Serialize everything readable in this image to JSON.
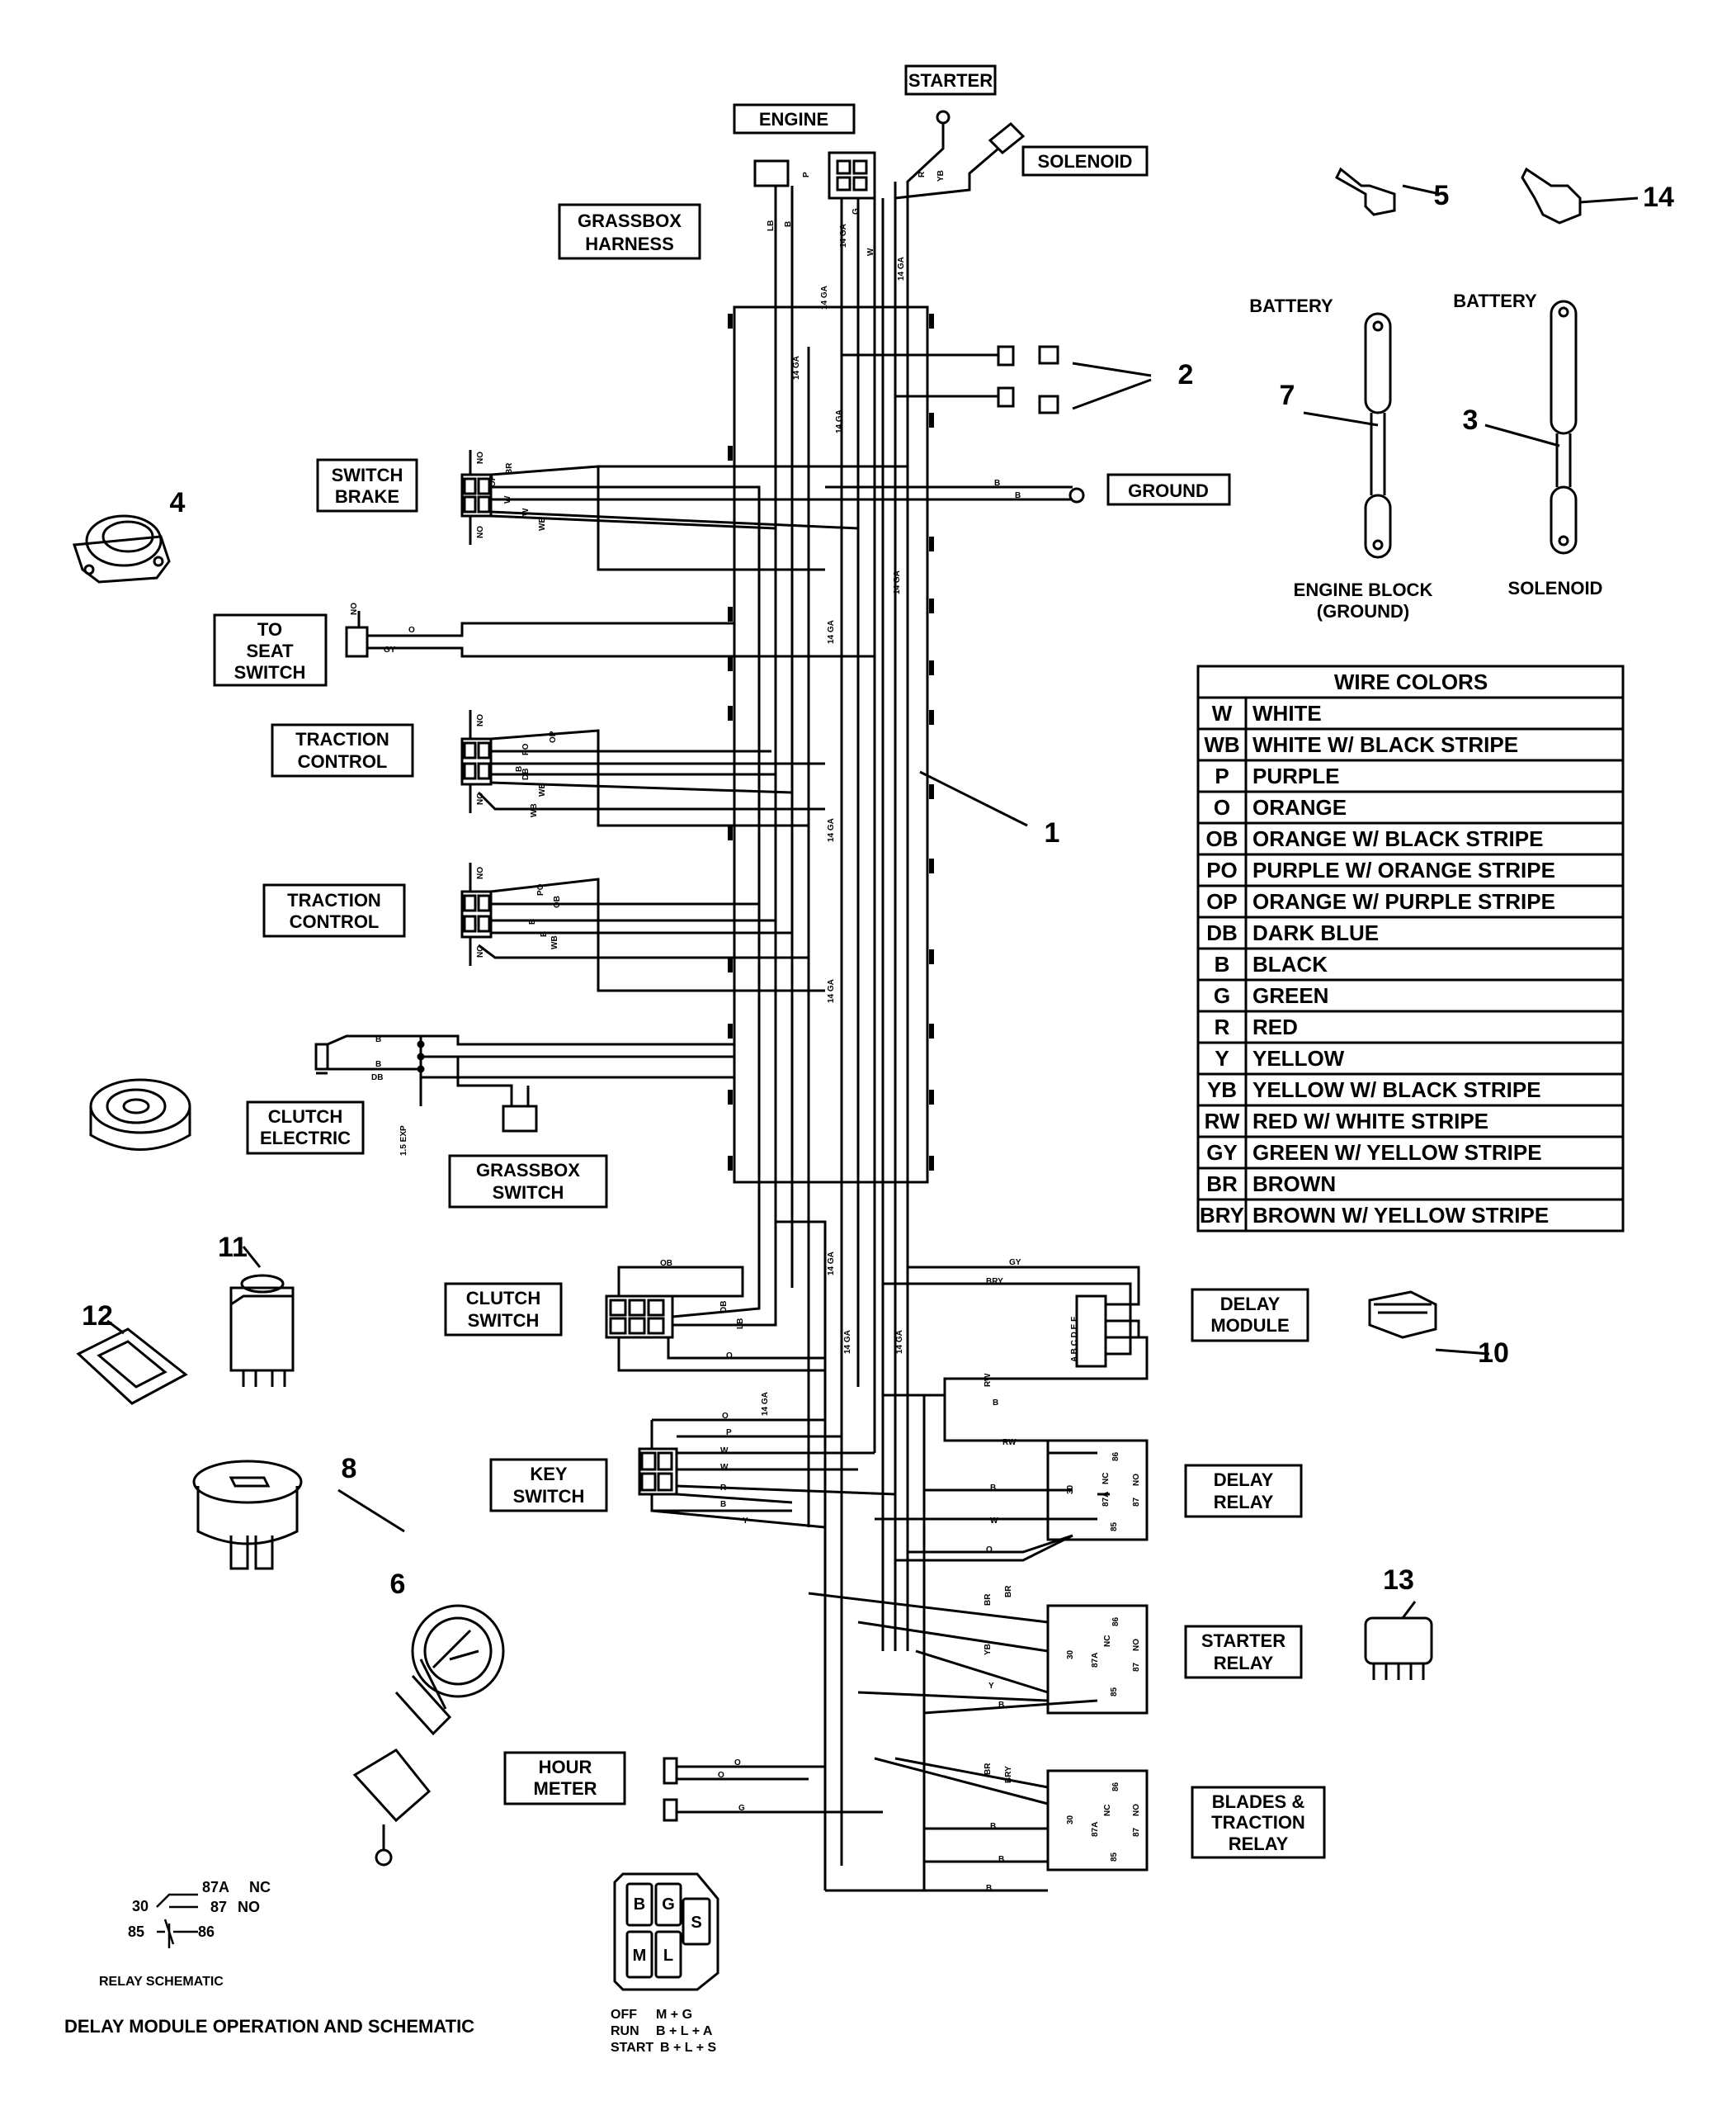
{
  "labels": {
    "starter": "STARTER",
    "engine": "ENGINE",
    "solenoid": "SOLENOID",
    "grassbox_harness": [
      "GRASSBOX",
      "HARNESS"
    ],
    "switch_brake": [
      "SWITCH",
      "BRAKE"
    ],
    "ground": "GROUND",
    "to_seat_switch": [
      "TO",
      "SEAT",
      "SWITCH"
    ],
    "traction_control_1": [
      "TRACTION",
      "CONTROL"
    ],
    "traction_control_2": [
      "TRACTION",
      "CONTROL"
    ],
    "clutch_electric": [
      "CLUTCH",
      "ELECTRIC"
    ],
    "grassbox_switch": [
      "GRASSBOX",
      "SWITCH"
    ],
    "clutch_switch": [
      "CLUTCH",
      "SWITCH"
    ],
    "key_switch": [
      "KEY",
      "SWITCH"
    ],
    "delay_module": [
      "DELAY",
      "MODULE"
    ],
    "delay_relay": [
      "DELAY",
      "RELAY"
    ],
    "starter_relay": [
      "STARTER",
      "RELAY"
    ],
    "blades_traction_relay": [
      "BLADES &",
      "TRACTION",
      "RELAY"
    ],
    "hour_meter": [
      "HOUR",
      "METER"
    ],
    "battery_left": "BATTERY",
    "battery_right": "BATTERY",
    "engine_block": [
      "ENGINE BLOCK",
      "(GROUND)"
    ],
    "solenoid_bottom": "SOLENOID"
  },
  "callouts": [
    "1",
    "2",
    "3",
    "4",
    "5",
    "6",
    "7",
    "8",
    "10",
    "11",
    "12",
    "13",
    "14"
  ],
  "wire_gauge": "14 GA",
  "wire_colors": {
    "title": "WIRE COLORS",
    "rows": [
      {
        "code": "W",
        "name": "WHITE"
      },
      {
        "code": "WB",
        "name": "WHITE W/ BLACK STRIPE"
      },
      {
        "code": "P",
        "name": "PURPLE"
      },
      {
        "code": "O",
        "name": "ORANGE"
      },
      {
        "code": "OB",
        "name": "ORANGE W/ BLACK STRIPE"
      },
      {
        "code": "PO",
        "name": "PURPLE W/ ORANGE STRIPE"
      },
      {
        "code": "OP",
        "name": "ORANGE W/ PURPLE STRIPE"
      },
      {
        "code": "DB",
        "name": "DARK BLUE"
      },
      {
        "code": "B",
        "name": "BLACK"
      },
      {
        "code": "G",
        "name": "GREEN"
      },
      {
        "code": "R",
        "name": "RED"
      },
      {
        "code": "Y",
        "name": "YELLOW"
      },
      {
        "code": "YB",
        "name": "YELLOW W/ BLACK STRIPE"
      },
      {
        "code": "RW",
        "name": "RED W/ WHITE STRIPE"
      },
      {
        "code": "GY",
        "name": "GREEN W/ YELLOW STRIPE"
      },
      {
        "code": "BR",
        "name": "BROWN"
      },
      {
        "code": "BRY",
        "name": "BROWN W/ YELLOW STRIPE"
      }
    ]
  },
  "relay_schematic": {
    "title": "RELAY SCHEMATIC",
    "pins": {
      "p30": "30",
      "p87a": "87A",
      "nc": "NC",
      "p87": "87",
      "no": "NO",
      "p85": "85",
      "p86": "86"
    }
  },
  "key_switch_plug": {
    "terminals": [
      "B",
      "G",
      "S",
      "M",
      "L"
    ],
    "legend": [
      {
        "pos": "OFF",
        "combo": "M + G"
      },
      {
        "pos": "RUN",
        "combo": "B + L + A"
      },
      {
        "pos": "START",
        "combo": "B + L + S"
      }
    ]
  },
  "footer": "DELAY MODULE OPERATION AND SCHEMATIC",
  "wire_tags": {
    "brake": [
      "NO",
      "OP",
      "BR",
      "W",
      "W",
      "WB",
      "NO"
    ],
    "seat": [
      "NO",
      "O",
      "GY"
    ],
    "traction1": [
      "NO",
      "OP",
      "PO",
      "B",
      "DB",
      "WB",
      "WB",
      "NC"
    ],
    "traction2": [
      "NO",
      "PO",
      "OB",
      "B",
      "B",
      "WB",
      "NC"
    ],
    "clutch_elec": [
      "B",
      "B",
      "DB",
      "1.5 EXP"
    ],
    "engine_wires": [
      "LB",
      "B",
      "P",
      "G",
      "W",
      "R",
      "YB"
    ],
    "ground_wires": [
      "B",
      "B"
    ],
    "clutch_sw": [
      "OB",
      "DB",
      "LB",
      "O"
    ],
    "key_sw": [
      "O",
      "P",
      "W",
      "W",
      "R",
      "B",
      "Y"
    ],
    "delay_mod": [
      "BRY",
      "GY",
      "RW",
      "B"
    ],
    "delay_relay": [
      "RW",
      "B",
      "W",
      "O",
      "30",
      "86",
      "87A",
      "NC",
      "87",
      "NO",
      "85"
    ],
    "starter_relay": [
      "BR",
      "BR",
      "YB",
      "Y",
      "B",
      "30",
      "86",
      "87A",
      "NC",
      "87",
      "NO",
      "85"
    ],
    "blades_relay": [
      "BR",
      "BRY",
      "B",
      "B",
      "B",
      "30",
      "86",
      "87A",
      "NC",
      "87",
      "NO",
      "85"
    ],
    "hour_meter": [
      "O",
      "O",
      "G"
    ],
    "module_pins": "A B C D E F"
  }
}
